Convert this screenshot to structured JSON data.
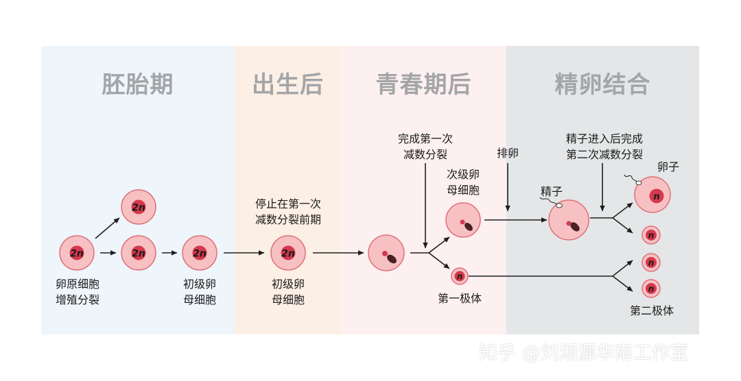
{
  "phases": {
    "embryo": "胚胎期",
    "after_birth": "出生后",
    "after_puberty": "青春期后",
    "fertilization": "精卵结合"
  },
  "labels": {
    "oogonia_l1": "卵原细胞",
    "oogonia_l2": "增殖分裂",
    "primary_oocyte_a_l1": "初级卵",
    "primary_oocyte_a_l2": "母细胞",
    "arrest_l1": "停止在第一次",
    "arrest_l2": "减数分裂前期",
    "primary_oocyte_b_l1": "初级卵",
    "primary_oocyte_b_l2": "母细胞",
    "complete_first_l1": "完成第一次",
    "complete_first_l2": "减数分裂",
    "secondary_oocyte_l1": "次级卵",
    "secondary_oocyte_l2": "母细胞",
    "first_polar_body": "第一极体",
    "ovulation": "排卵",
    "sperm": "精子",
    "complete_second_l1": "精子进入后完成",
    "complete_second_l2": "第二次减数分裂",
    "egg": "卵子",
    "second_polar_body": "第二极体"
  },
  "cell_marks": {
    "diploid": "2n",
    "haploid": "n"
  },
  "watermark": "知乎 @刘湘源华南工作室",
  "colors": {
    "panel_embryo": "#eef5fb",
    "panel_after_birth": "#fcefe5",
    "panel_after_puberty": "#fdf0f0",
    "panel_fertilization": "#e4e6e7",
    "cell_fill": "#f7c1c3",
    "cell_outline": "#e06e78",
    "nucleus": "#d4394d",
    "phase_text": "#a3a5a7"
  }
}
